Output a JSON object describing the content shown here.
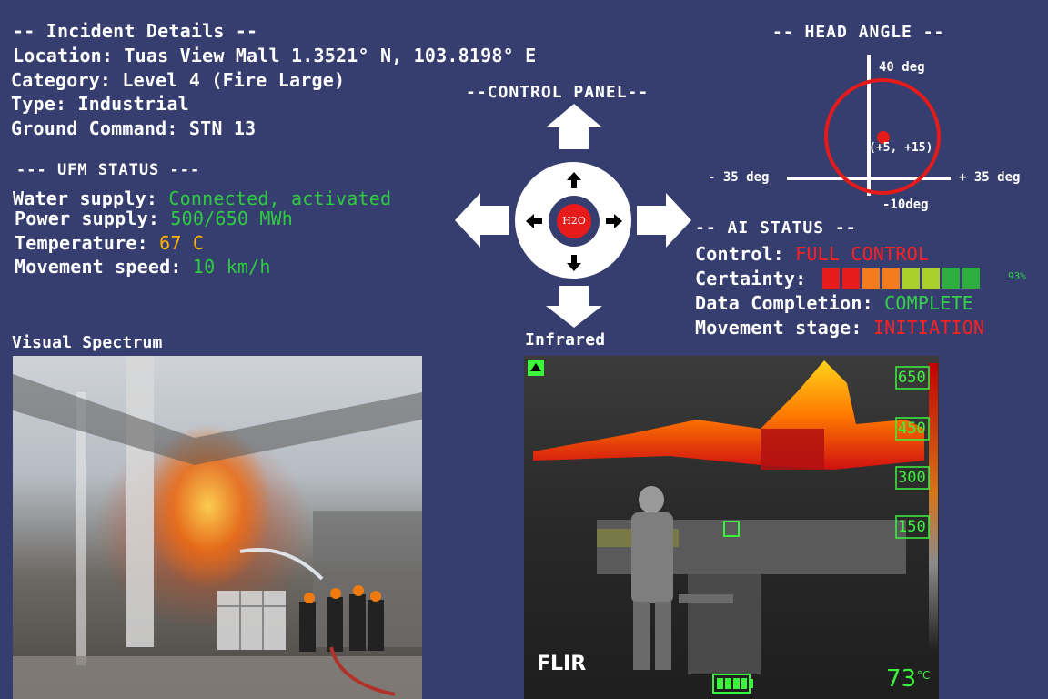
{
  "incident": {
    "header": "-- Incident Details --",
    "location": "Location: Tuas View Mall 1.3521° N, 103.8198° E",
    "category": "Category: Level 4 (Fire Large)",
    "type": "Type: Industrial",
    "ground_command": "Ground Command: STN 13"
  },
  "ufm": {
    "header": "--- UFM STATUS ---",
    "water_label": "Water supply:",
    "water_value": "Connected, activated",
    "power_label": "Power supply:",
    "power_value": "500/650 MWh",
    "temp_label": "Temperature:",
    "temp_value": "67 C",
    "speed_label": "Movement speed:",
    "speed_value": "10 km/h"
  },
  "control_panel": {
    "header": "--CONTROL PANEL--",
    "center_label": "H2O"
  },
  "head_angle": {
    "header": "-- HEAD ANGLE --",
    "top_label": "40 deg",
    "left_label": "- 35 deg",
    "right_label": "+ 35 deg",
    "bottom_label": "-10deg",
    "position_label": "(+5, +15)",
    "x": 5,
    "y": 15
  },
  "ai_status": {
    "header": "-- AI STATUS --",
    "control_label": "Control:",
    "control_value": "FULL CONTROL",
    "certainty_label": "Certainty:",
    "certainty_value": "93%",
    "certainty_colors": [
      "#e51c1c",
      "#e51c1c",
      "#f57b1f",
      "#f57b1f",
      "#a8cf2a",
      "#a8cf2a",
      "#2fae40",
      "#2fae40"
    ],
    "data_label": "Data Completion:",
    "data_value": "COMPLETE",
    "stage_label": "Movement stage:",
    "stage_value": "INITIATION"
  },
  "visual": {
    "title": "Visual Spectrum"
  },
  "infrared": {
    "title": "Infrared",
    "scale": [
      "650",
      "450",
      "300",
      "150"
    ],
    "brand": "FLIR",
    "temperature": "73",
    "unit": "°C"
  }
}
